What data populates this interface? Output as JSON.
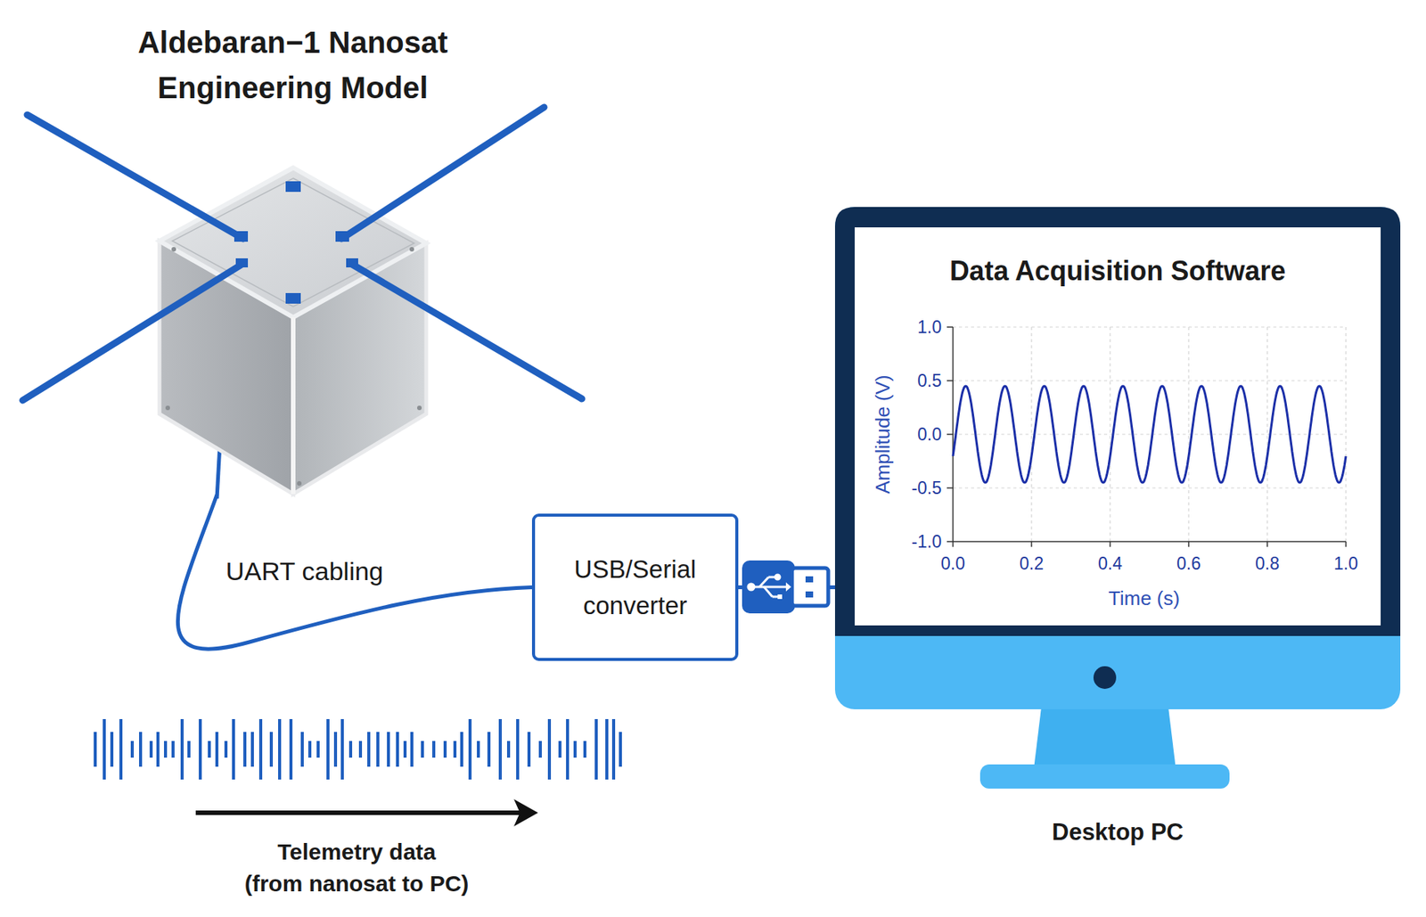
{
  "diagram": {
    "nodes": [
      {
        "text": [
          "Aldebaran−1 Nanosat Engineering Model"
        ]
      },
      {
        "text": [
          "USB/Serial converter"
        ]
      },
      {
        "text": [
          "Data Acquisition Software",
          "Desktop PC"
        ]
      }
    ],
    "edges": [
      {
        "from": 0,
        "to": 1,
        "arrow": "none",
        "label": "UART cabling"
      },
      {
        "from": 1,
        "to": 2,
        "arrow": "none"
      }
    ],
    "labels": [
      "1.0",
      "0.5",
      "0.0",
      "-0.5",
      "-1.0",
      "0.0",
      "0.2",
      "0.4",
      "0.6",
      "0.8",
      "1.0",
      "Amplitude (V)",
      "Time (s)",
      "Telemetry data",
      "(from nanosat to PC)"
    ]
  }
}
